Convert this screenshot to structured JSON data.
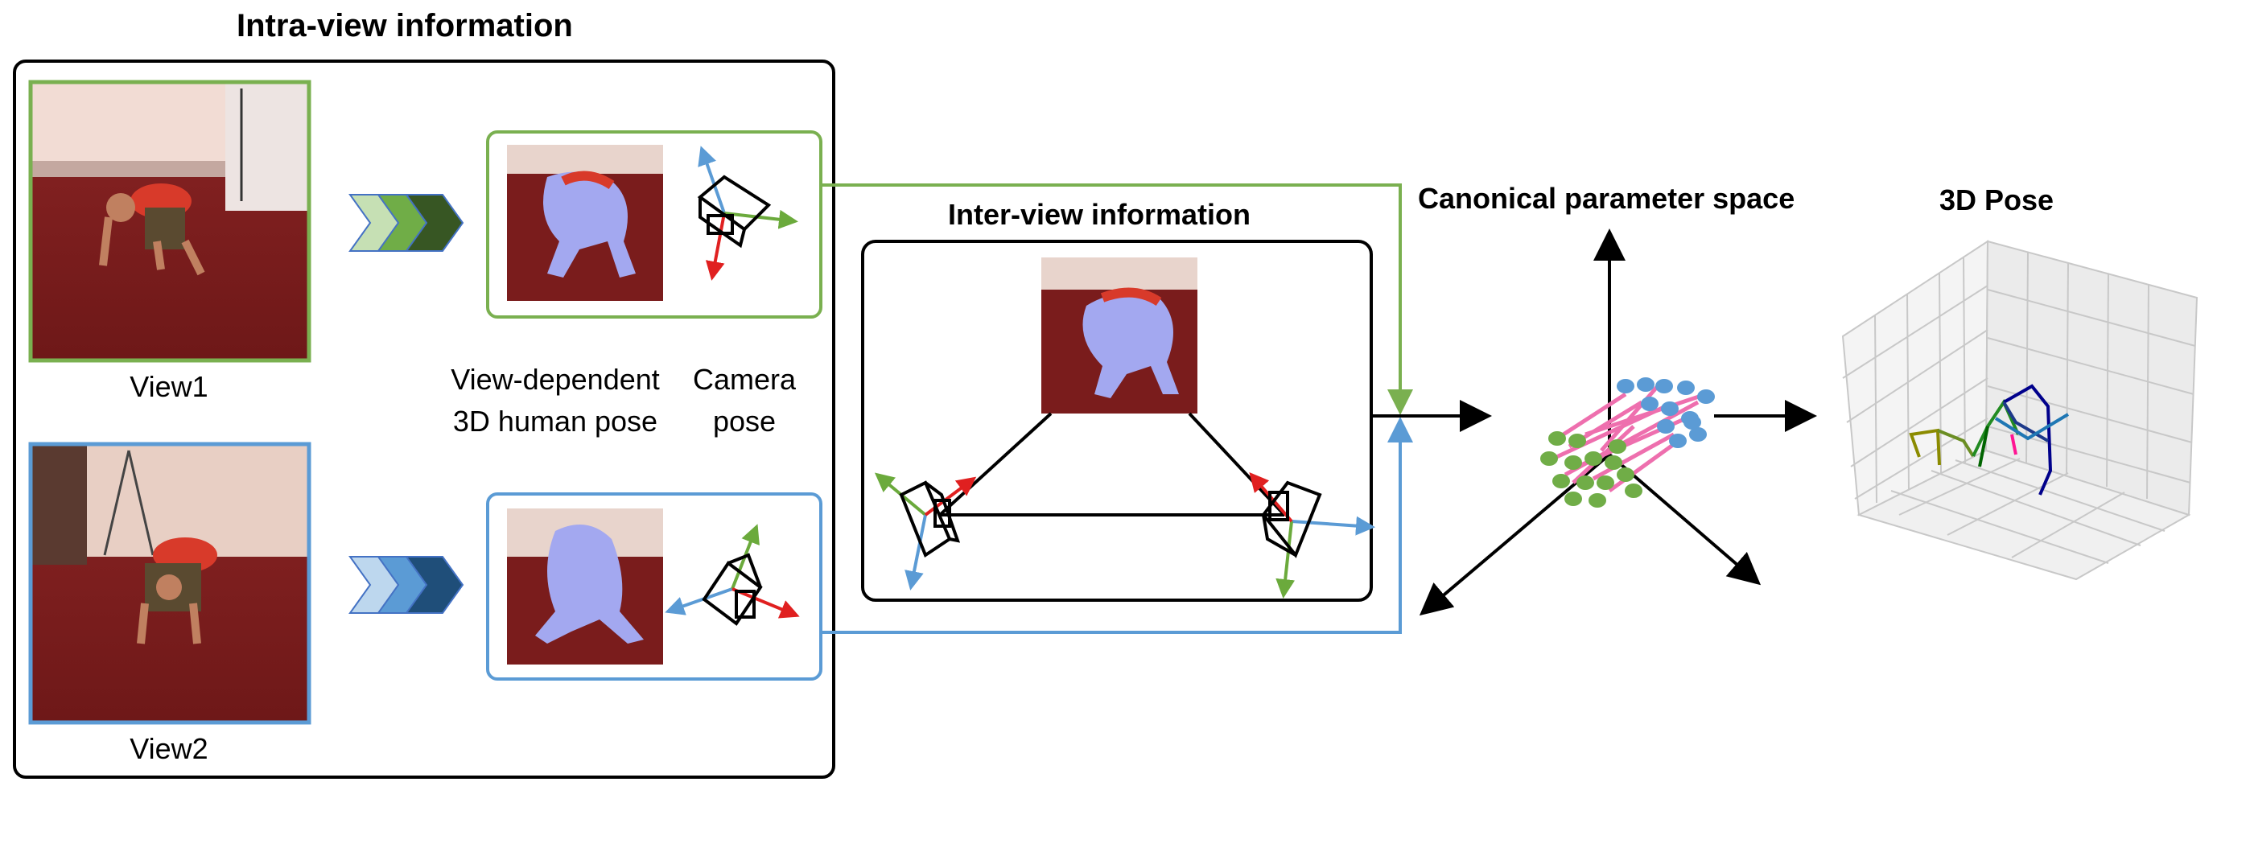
{
  "intra_view": {
    "title": "Intra-view information",
    "view1_label": "View1",
    "view2_label": "View2",
    "pose_label_line1": "View-dependent",
    "pose_label_line2": "3D human pose",
    "camera_label_line1": "Camera",
    "camera_label_line2": "pose"
  },
  "inter_view": {
    "title": "Inter-view information"
  },
  "canonical": {
    "title": "Canonical parameter space"
  },
  "pose3d": {
    "title": "3D Pose"
  },
  "colors": {
    "view1": "#7AB050",
    "view2": "#5B9BD5",
    "floor": "#7A1C1C",
    "wall": "#F2DCD4",
    "mesh": "#A3A8F0",
    "shirt": "#D83A2A",
    "points_blue": "#5B9BD5",
    "points_green": "#70AD47",
    "links_pink": "#EE6FAE"
  },
  "icons": {
    "arrow_chevrons_view1": "chevron-arrows-green",
    "arrow_chevrons_view2": "chevron-arrows-blue",
    "camera": "camera-wireframe-icon"
  }
}
